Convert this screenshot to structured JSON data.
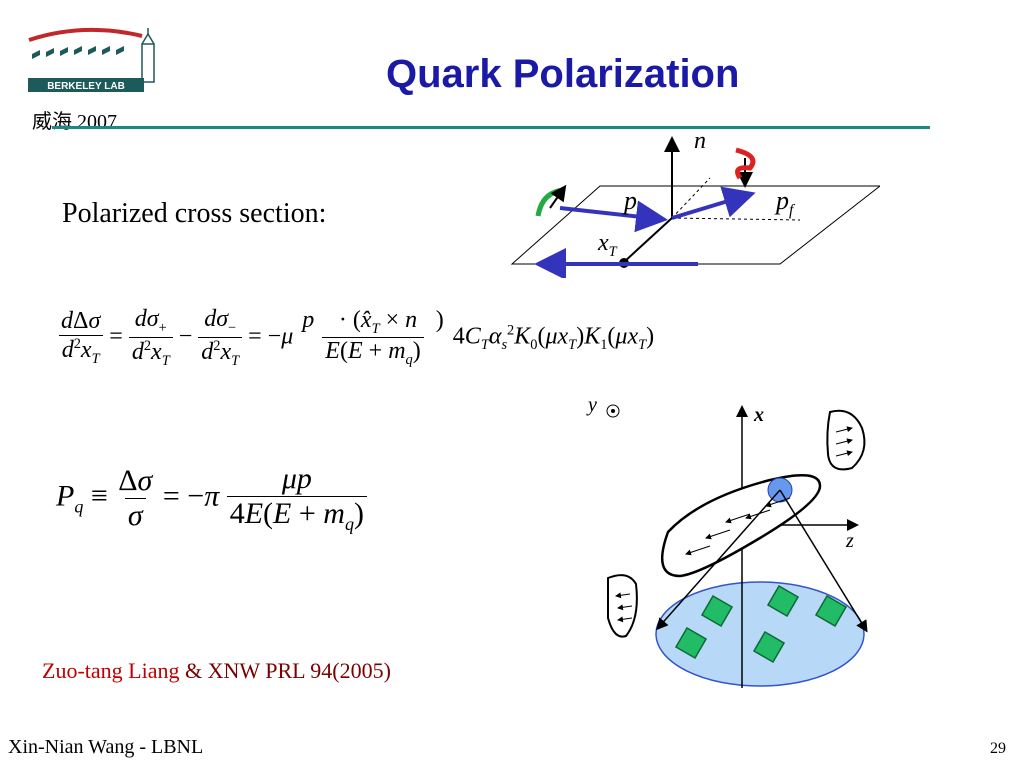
{
  "slide": {
    "title": "Quark Polarization",
    "subtitle": "威海 2007",
    "logo_text": "BERKELEY LAB",
    "section_label": "Polarized cross section:",
    "citation": {
      "part1": "Zuo-tang Liang",
      "part2": "& XNW PRL 94(2005)"
    },
    "footer_left": "Xin-Nian Wang - LBNL",
    "page_number": "29"
  },
  "diagram_top": {
    "labels": {
      "n": "n",
      "p": "p",
      "pf": "p",
      "pf_sub": "f",
      "xT": "x",
      "xT_sub": "T"
    }
  },
  "diagram_bottom": {
    "labels": {
      "y": "y",
      "x": "x",
      "z": "z"
    }
  },
  "colors": {
    "title": "#1a1aa6",
    "rule": "#1c8a84",
    "arrow": "#3333bb",
    "spin": "#dd2222",
    "citation": "#c00000",
    "beam": "#b8d8f8",
    "cube": "#22bb66"
  }
}
